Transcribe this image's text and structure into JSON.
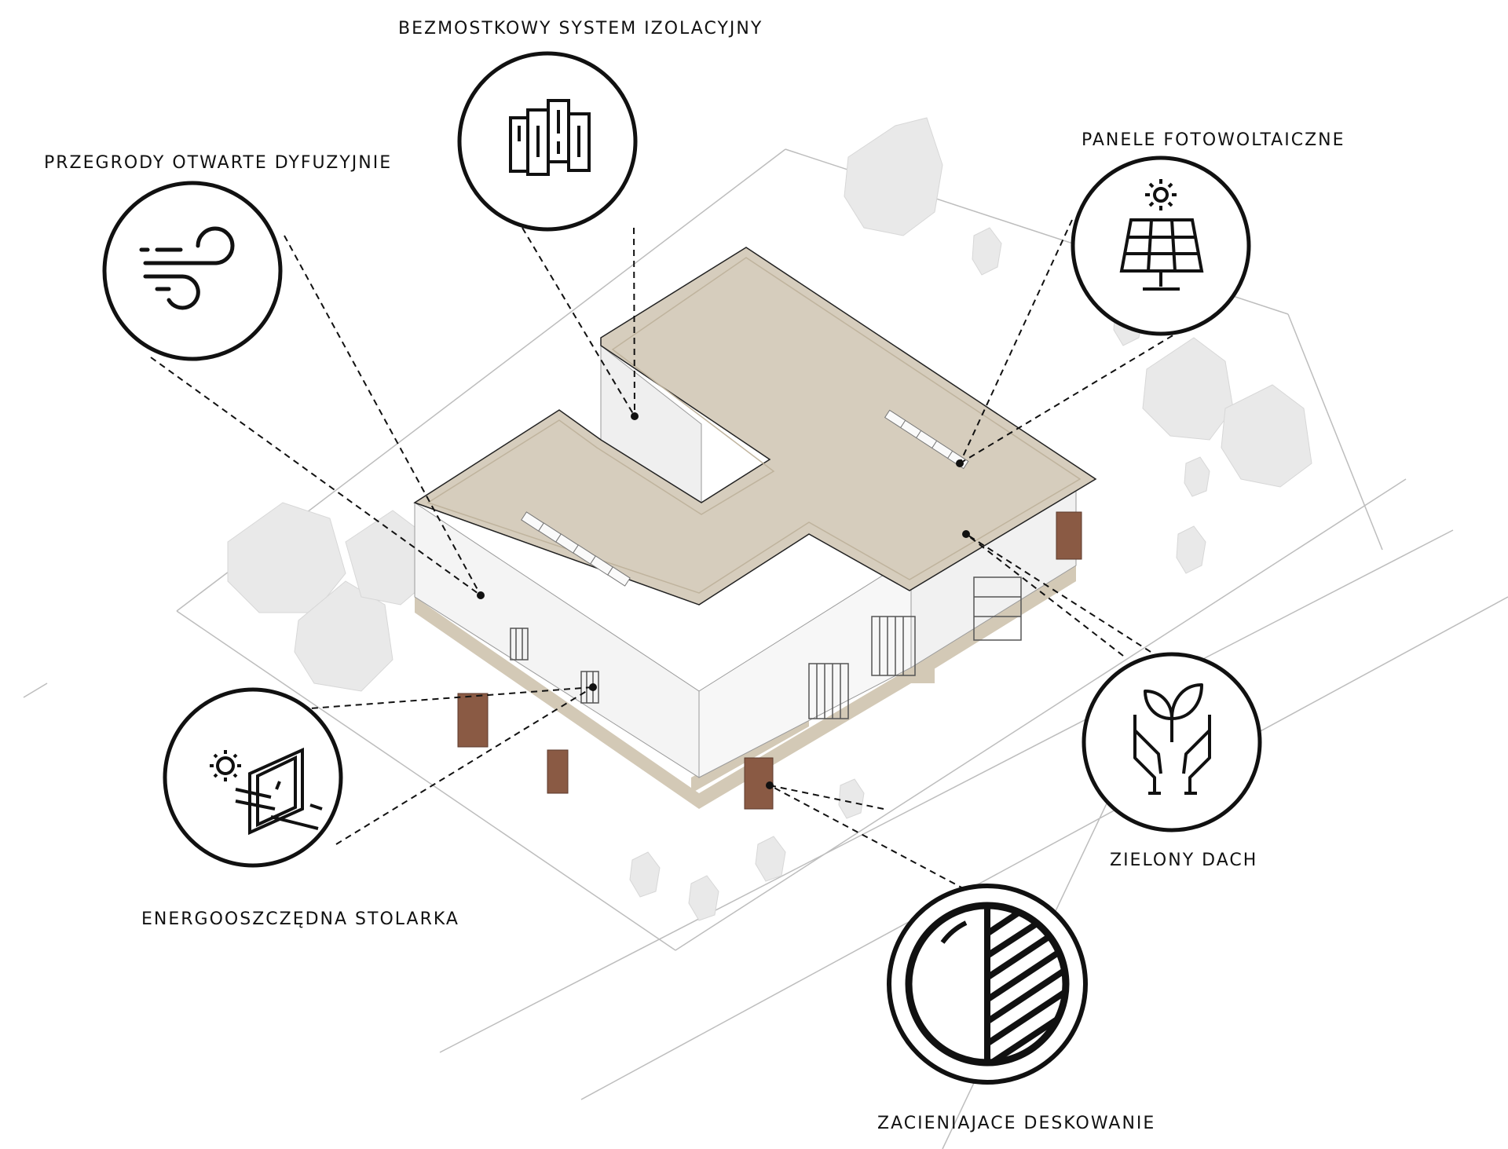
{
  "colors": {
    "roof": "#d6cdbd",
    "roof_edge": "#c7bca8",
    "slab": "#d3c9b6",
    "wood": "#8a5a44",
    "tree": "#e8e8e8",
    "line": "#111111",
    "ground_line": "#bdbdbd"
  },
  "callouts": [
    {
      "id": "breathable",
      "label": "PRZEGRODY OTWARTE DYFUZYJNIE",
      "icon": "wind-icon"
    },
    {
      "id": "thermal",
      "label": "BEZMOSTKOWY SYSTEM  IZOLACYJNY",
      "icon": "insulation-blocks-icon"
    },
    {
      "id": "solar",
      "label": "PANELE FOTOWOLTAICZNE",
      "icon": "solar-panel-icon"
    },
    {
      "id": "greenroof",
      "label": "ZIELONY DACH",
      "icon": "plant-hands-icon"
    },
    {
      "id": "windows",
      "label": "ENERGOOSZCZĘDNA STOLARKA",
      "icon": "sun-window-icon"
    },
    {
      "id": "shading",
      "label": "ZACIENIAJACE DESKOWANIE",
      "icon": "half-shade-icon"
    }
  ]
}
